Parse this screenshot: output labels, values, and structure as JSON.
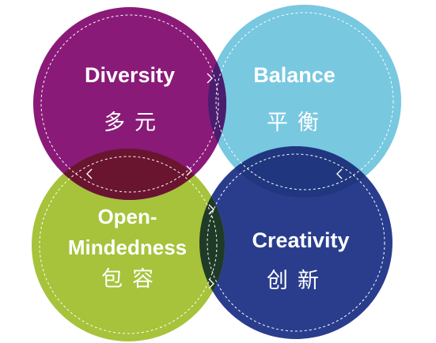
{
  "colors": {
    "diversity": "#8a1a78",
    "balance": "#78c8e0",
    "open_mindedness": "#a6c33b",
    "creativity": "#2a3d8d",
    "overlap_diversity_balance": "#4a1d6f",
    "overlap_diversity_open": "#6a1530",
    "overlap_balance_creativity": "#20377f",
    "overlap_open_creativity": "#1f3a26",
    "dashed_line": "#ffffff"
  },
  "circles": {
    "diversity": {
      "label_en": "Diversity",
      "label_zh": "多元"
    },
    "balance": {
      "label_en": "Balance",
      "label_zh": "平衡"
    },
    "open_mindedness": {
      "label_en_line1": "Open-",
      "label_en_line2": "Mindedness",
      "label_zh": "包容"
    },
    "creativity": {
      "label_en": "Creativity",
      "label_zh": "创新"
    }
  }
}
